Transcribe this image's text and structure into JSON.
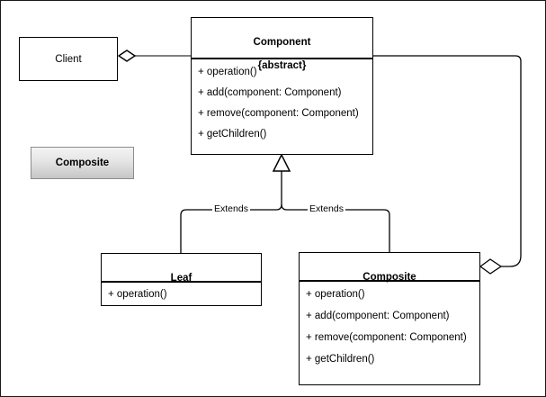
{
  "diagram": {
    "title": "Composite design pattern UML class diagram",
    "stroke_color": "#000000",
    "background_color": "#ffffff"
  },
  "legend": {
    "label": "Composite"
  },
  "nodes": {
    "client": {
      "name": "Client"
    },
    "component": {
      "name": "Component",
      "stereotype": "{abstract}",
      "members": [
        "+ operation()",
        "+ add(component: Component)",
        "+ remove(component: Component)",
        "+ getChildren()"
      ]
    },
    "leaf": {
      "name": "Leaf",
      "members": [
        "+ operation()"
      ]
    },
    "composite": {
      "name": "Composite",
      "members": [
        "+ operation()",
        "+ add(component: Component)",
        "+ remove(component: Component)",
        "+ getChildren()"
      ]
    }
  },
  "edges": {
    "client_component": {
      "label": "",
      "type": "aggregation"
    },
    "leaf_extends": {
      "label": "Extends",
      "type": "generalization"
    },
    "composite_extends": {
      "label": "Extends",
      "type": "generalization"
    },
    "composite_component": {
      "label": "",
      "type": "aggregation"
    }
  }
}
